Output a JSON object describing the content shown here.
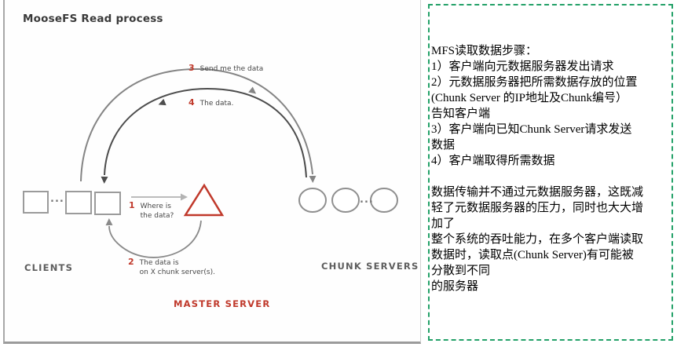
{
  "diagram": {
    "title": "MooseFS Read process",
    "ellipsis": "...",
    "groups": {
      "clients": "CLIENTS",
      "chunk_servers": "CHUNK SERVERS",
      "master_server": "MASTER SERVER"
    },
    "steps": {
      "s1": {
        "num": "1",
        "line1": "Where is",
        "line2": "the data?"
      },
      "s2": {
        "num": "2",
        "line1": "The data is",
        "line2": "on X chunk server(s)."
      },
      "s3": {
        "num": "3",
        "line1": "Send me the data"
      },
      "s4": {
        "num": "4",
        "line1": "The data."
      }
    }
  },
  "notes": {
    "lines": [
      "MFS读取数据步骤：",
      "1）客户端向元数据服务器发出请求",
      "2）元数据服务器把所需数据存放的位置",
      "(Chunk Server 的IP地址及Chunk编号）",
      "告知客户端",
      "3）客户端向已知Chunk Server请求发送",
      "数据",
      "4）客户端取得所需数据",
      "",
      "数据传输并不通过元数据服务器，这既减",
      "轻了元数据服务器的压力，同时也大大增",
      "加了",
      "整个系统的吞吐能力，在多个客户端读取",
      "数据时，读取点(Chunk Server)有可能被",
      "分散到不同",
      "的服务器"
    ]
  },
  "colors": {
    "accent_red": "#c0392b",
    "arc_light": "#858585",
    "arc_dark": "#4d4d4d",
    "shape_gray": "#9b9b9b",
    "notes_border_green": "#23a168"
  }
}
